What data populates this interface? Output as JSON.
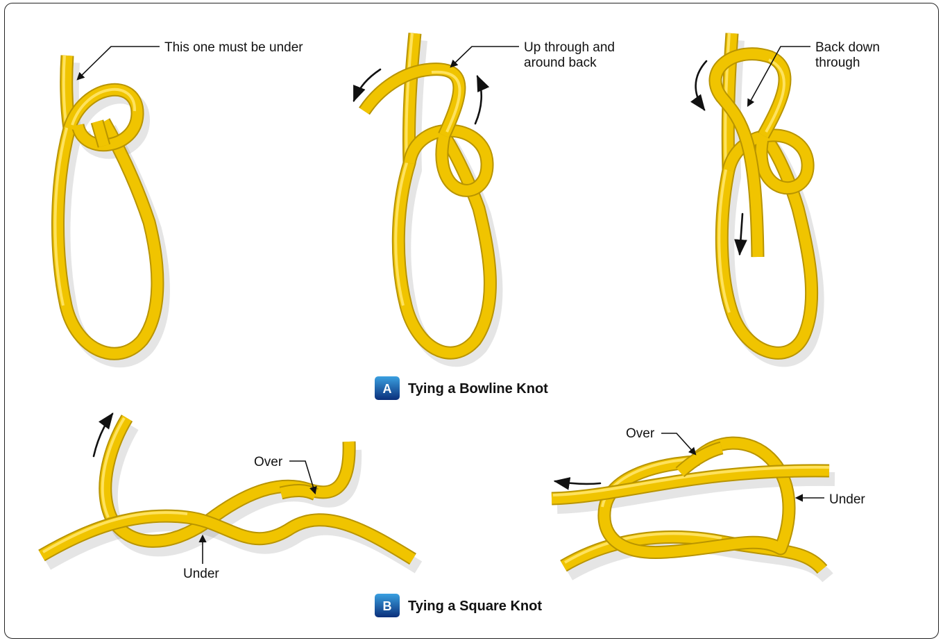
{
  "section_a": {
    "badge": "A",
    "caption": "Tying a Bowline Knot",
    "labels": {
      "step1": "This one must be under",
      "step2_line1": "Up through and",
      "step2_line2": "around back",
      "step3_line1": "Back down",
      "step3_line2": "through"
    }
  },
  "section_b": {
    "badge": "B",
    "caption": "Tying a Square Knot",
    "labels": {
      "left_over": "Over",
      "left_under": "Under",
      "right_over": "Over",
      "right_under": "Under"
    }
  },
  "colors": {
    "rope": "#f0c400",
    "rope_edge": "#b89400",
    "badge_top": "#3aa0e0",
    "badge_bottom": "#0b2f7a"
  }
}
